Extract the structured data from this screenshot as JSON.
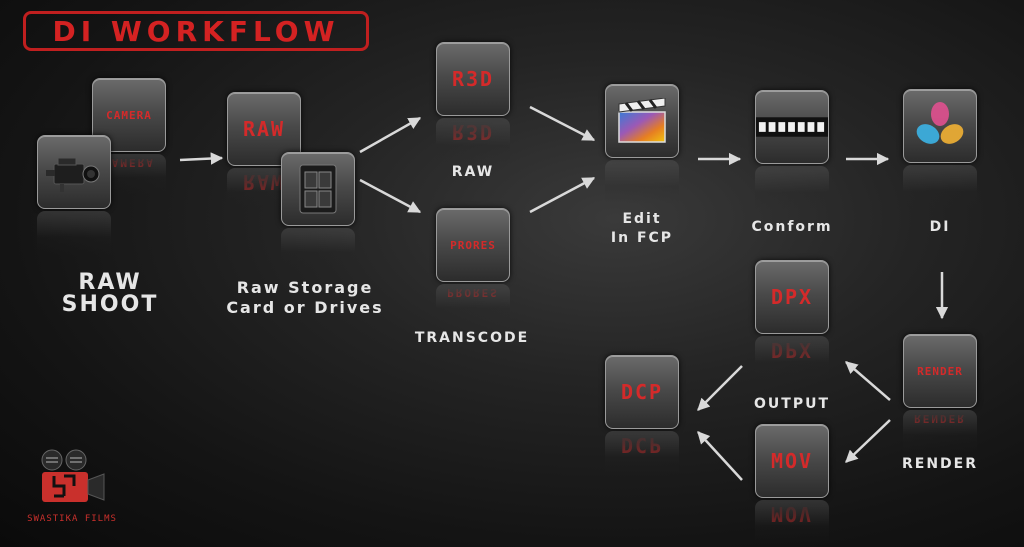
{
  "title": "DI WORKFLOW",
  "tiles": {
    "camera": "CAMERA",
    "raw": "RAW",
    "r3d": "R3D",
    "prores": "PRORES",
    "dpx": "DPX",
    "render": "RENDER",
    "dcp": "DCP",
    "mov": "MOV"
  },
  "labels": {
    "raw_shoot_1": "RAW",
    "raw_shoot_2": "SHOOT",
    "storage_1": "Raw Storage",
    "storage_2": "Card or Drives",
    "raw": "RAW",
    "transcode": "TRANSCODE",
    "edit_1": "Edit",
    "edit_2": "In FCP",
    "conform": "Conform",
    "di": "DI",
    "output": "OUTPUT",
    "render": "RENDER"
  },
  "logo_text": "SWASTIKA FILMS",
  "icons": {
    "camera_tile": "cinema-camera-icon",
    "storage_tile": "drive-enclosure-icon",
    "edit_tile": "final-cut-pro-clapper-icon",
    "conform_tile": "film-strip-icon",
    "di_tile": "davinci-resolve-icon"
  },
  "colors": {
    "accent": "#d42222",
    "text": "#e6e6e6",
    "arrow": "#d9d9d9"
  }
}
